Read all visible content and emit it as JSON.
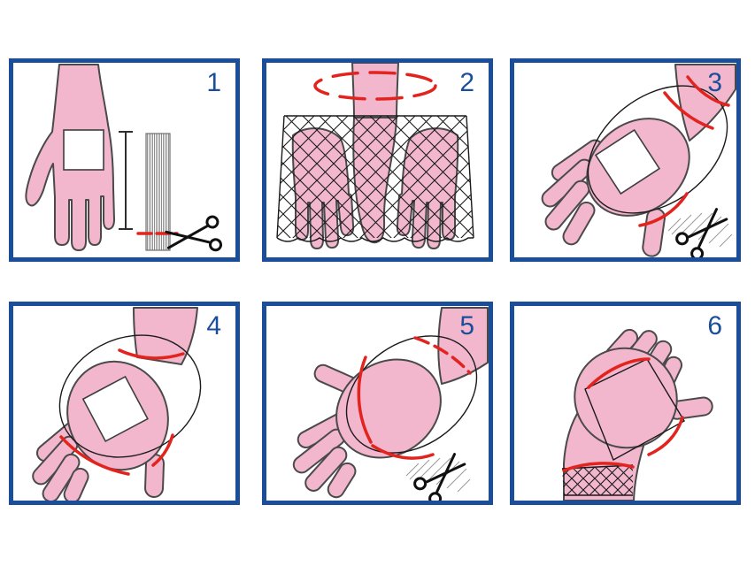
{
  "diagram": {
    "type": "instructional-steps",
    "subject": "applying-tubular-net-bandage-to-hand",
    "steps": [
      {
        "number": "1",
        "label": "measure-hand-and-cut-net-tube"
      },
      {
        "number": "2",
        "label": "stretch-net-tube-open-with-both-hands"
      },
      {
        "number": "3",
        "label": "slide-net-over-hand-and-trim-at-red-lines"
      },
      {
        "number": "4",
        "label": "net-on-back-of-hand-with-window"
      },
      {
        "number": "5",
        "label": "cut-opening-on-palm-side"
      },
      {
        "number": "6",
        "label": "finished-bandage-with-thumb-free"
      }
    ],
    "colors": {
      "border-blue": "#1a4e9b",
      "number-blue": "#1a4e9b",
      "skin-pink": "#f2b6cd",
      "outline-gray": "#4a4a4a",
      "net-black": "#1a1a1a",
      "cut-red": "#e2231e",
      "background": "#ffffff"
    }
  }
}
